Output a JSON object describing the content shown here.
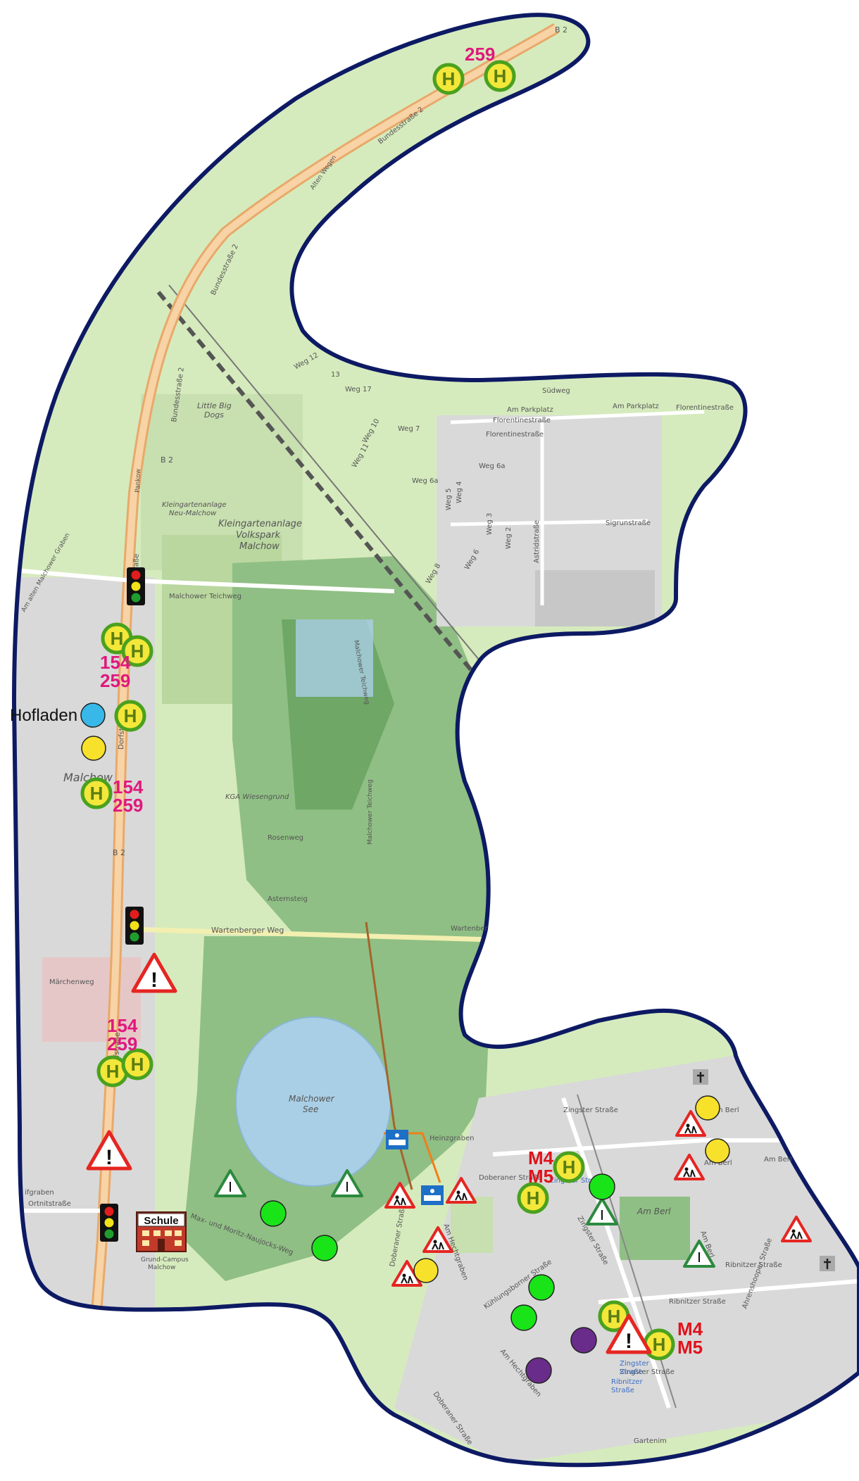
{
  "colors": {
    "boundary": "#0d1a63",
    "forest": "#8fbf84",
    "forest_dark": "#6ea766",
    "meadow": "#d6ebbd",
    "residential": "#d9d9d9",
    "allotment": "#c8dfb0",
    "road_main": "#f2c48b",
    "water": "#a9cfe6",
    "stop_fill": "#f3e73a",
    "stop_ring": "#4aa11e",
    "marker_blue": "#38b8e8",
    "marker_yellow": "#f7e12a",
    "marker_green": "#19e418",
    "marker_purple": "#6a2c8a",
    "warning_red": "#e52622"
  },
  "poi": {
    "hofladen": "Hofladen",
    "school": "Schule",
    "school_caption_1": "Grund-Campus",
    "school_caption_2": "Malchow"
  },
  "stop_symbol": "H",
  "routes": {
    "top": "259",
    "stop_a_1": "154",
    "stop_a_2": "259",
    "stop_b_1": "154",
    "stop_b_2": "259",
    "stop_c_1": "154",
    "stop_c_2": "259",
    "tram_a_1": "M4",
    "tram_a_2": "M5",
    "tram_b_1": "M4",
    "tram_b_2": "M5"
  },
  "streets": {
    "b2_top": "B 2",
    "b2_mid": "B 2",
    "b2_low": "B 2",
    "bundesstrasse": "Bundesstraße 2",
    "dorfstrasse_1": "Dorfstraße",
    "dorfstrasse_2": "Dorfstraße",
    "dorfstrasse_3": "Dorfstraße",
    "teichweg": "Malchower Teichweg",
    "teichweg_2": "Malchower Teichweg",
    "teichweg_3": "Malchower Teichweg",
    "wartenberger": "Wartenberger Weg",
    "wartenberger_2": "Wartenber",
    "astern": "Asternsteig",
    "rosen": "Rosenweg",
    "maerchen": "Märchenweg",
    "ortnit": "Ortnitstraße",
    "suedweg": "Südweg",
    "am_parkplatz": "Am Parkplatz",
    "am_parkplatz_2": "Am Parkplatz",
    "florentine": "Florentinestraße",
    "florentine_2": "Florentinestraße",
    "florentine_3": "Florentinestraße",
    "sigrun": "Sigrunstraße",
    "astrid": "Astridstraße",
    "weg12": "Weg 12",
    "weg13": "13",
    "weg17": "Weg 17",
    "weg10": "Weg 10",
    "weg11": "Weg 11",
    "weg7": "Weg 7",
    "weg6a": "Weg 6a",
    "weg6a2": "Weg 6a",
    "weg5": "Weg 5",
    "weg4": "Weg 4",
    "weg3": "Weg 3",
    "weg2": "Weg 2",
    "weg6": "Weg 6",
    "weg8": "Weg 8",
    "heinz": "Heinzgraben",
    "doberaner": "Doberaner Straße",
    "doberaner_2": "Doberaner Straße",
    "doberaner_3": "Doberaner Straße",
    "kuehlungsborner": "Kühlungsborner Straße",
    "zingster": "Zingster Straße",
    "zingster_2": "Zingster Straße",
    "zingster_3": "Zingster Straße",
    "ribnitzer": "Ribnitzer Straße",
    "ribnitzer_2": "Ribnitzer Straße",
    "am_berl": "Am Berl",
    "am_berl_2": "Am Berl",
    "am_berl_3": "Am Berl",
    "am_berl_4": "Am Berl",
    "ahrenshooper": "Ahrenshooper Straße",
    "stop_zingster": "Zingster Straße",
    "stop_ribnitzer_1": "Zingster",
    "stop_ribnitzer_2": "Straße",
    "stop_ribnitzer_3": "Ribnitzer",
    "stop_ribnitzer_4": "Straße",
    "am_hechtgraben": "Am Hechtgraben",
    "am_hechtgraben_2": "Am Hechtgraben",
    "gartenim": "Gartenim",
    "max_und": "Max- und Moritz-Naujocks-Weg",
    "malchower_graben": "Am alten Malchower Graben",
    "ifgraben": "ifgraben",
    "panke": "Pankow",
    "rosenthal": "Alten Wegen"
  },
  "places": {
    "little_big_dogs_1": "Little Big",
    "little_big_dogs_2": "Dogs",
    "kga_neu_1": "Kleingartenanlage",
    "kga_neu_2": "Neu-Malchow",
    "kga_volkspark_1": "Kleingartenanlage",
    "kga_volkspark_2": "Volkspark",
    "kga_volkspark_3": "Malchow",
    "kga_wiesengrund": "KGA Wiesengrund",
    "malchower_see_1": "Malchower",
    "malchower_see_2": "See",
    "am_berl_park": "Am Berl",
    "malchow": "Malchow"
  }
}
